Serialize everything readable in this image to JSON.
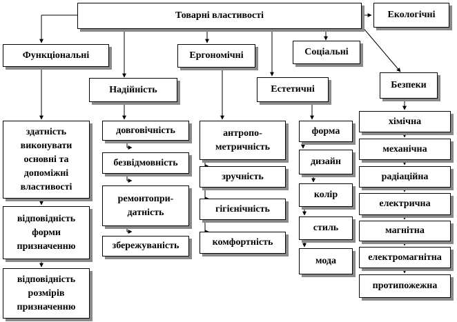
{
  "diagram": {
    "root": "Товарні властивості",
    "ecological": "Екологічні",
    "functional": {
      "title": "Функціональні",
      "items": [
        "здатність\nвиконувати\nосновні та\nдопоміжні\nвластивості",
        "відповідність\nформи\nпризначенню",
        "відповідність\nрозмірів\nпризначенню"
      ]
    },
    "reliability": {
      "title": "Надійність",
      "items": [
        "довговічність",
        "безвідмовність",
        "ремонтопри-\nдатність",
        "збережуваність"
      ]
    },
    "ergonomic": {
      "title": "Ергономічні",
      "items": [
        "антропо-\nметричність",
        "зручність",
        "гігієнічність",
        "комфортність"
      ]
    },
    "aesthetic": {
      "title": "Естетичні",
      "items": [
        "форма",
        "дизайн",
        "колір",
        "стиль",
        "мода"
      ]
    },
    "social": "Соціальні",
    "safety": {
      "title": "Безпеки",
      "items": [
        "хімічна",
        "механічна",
        "радіаційна",
        "електрична",
        "магнітна",
        "електромагнітна",
        "протипожежна"
      ]
    }
  }
}
